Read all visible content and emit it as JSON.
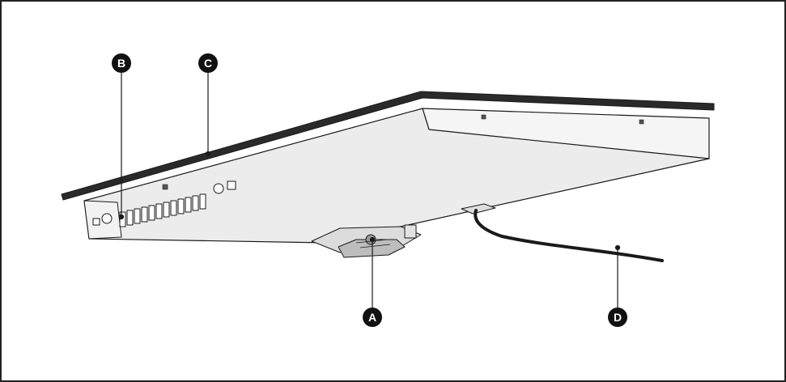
{
  "diagram": {
    "callouts": [
      {
        "id": "A",
        "label": "A",
        "part": "fan-unit"
      },
      {
        "id": "B",
        "label": "B",
        "part": "side-vents"
      },
      {
        "id": "C",
        "label": "C",
        "part": "glass-top-edge"
      },
      {
        "id": "D",
        "label": "D",
        "part": "power-cable"
      }
    ]
  },
  "colors": {
    "line": "#1a1a1a",
    "body_fill": "#e9e9e9",
    "side_fill": "#f4f4f4",
    "badge": "#111111"
  }
}
